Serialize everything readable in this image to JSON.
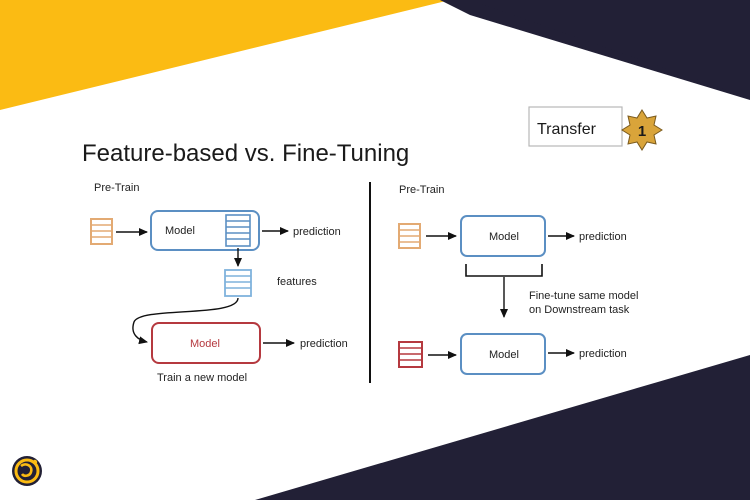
{
  "title": "Feature-based vs. Fine-Tuning",
  "badge": {
    "label": "Transfer",
    "number": "1"
  },
  "left_panel": {
    "pretrain_label": "Pre-Train",
    "model_label": "Model",
    "prediction_label": "prediction",
    "features_label": "features",
    "new_model_label": "Model",
    "new_prediction_label": "prediction",
    "caption": "Train a new model"
  },
  "right_panel": {
    "pretrain_label": "Pre-Train",
    "model_label": "Model",
    "prediction_label": "prediction",
    "finetune_line1": "Fine-tune same model",
    "finetune_line2": "on Downstream task",
    "downstream_model_label": "Model",
    "downstream_prediction_label": "prediction"
  },
  "colors": {
    "accent_yellow": "#fbbb13",
    "dark_navy": "#222036",
    "model_blue": "#5b8fc3",
    "model_red": "#b5393f",
    "input_orange": "#e3aa73",
    "features_blue": "#7fb2dc",
    "stack_red": "#b5393f"
  },
  "logo": {
    "icon": "site-logo-icon"
  }
}
